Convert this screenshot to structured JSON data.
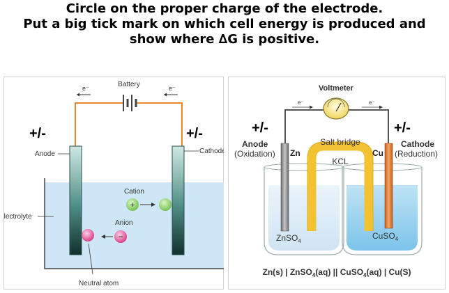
{
  "instructions": {
    "line1": "Circle on the proper charge of the electrode.",
    "line2": "Put a big tick mark on which cell energy is produced and",
    "line3": "show where ∆G is positive."
  },
  "left_cell": {
    "battery": "Battery",
    "electron_left": "e⁻",
    "electron_right": "e⁻",
    "charge_left": "+/-",
    "charge_right": "+/-",
    "anode": "Anode",
    "cathode": "Cathode",
    "electrolyte": "Electrolyte",
    "cation": "Cation",
    "cation_sign": "+",
    "anion": "Anion",
    "anion_sign": "−",
    "neutral_atom": "Neutral atom"
  },
  "right_cell": {
    "voltmeter": "Voltmeter",
    "electron_left": "e⁻",
    "electron_right": "e⁻",
    "charge_left": "+/-",
    "charge_right": "+/-",
    "anode": "Anode",
    "anode_sub": "(Oxidation)",
    "cathode": "Cathode",
    "cathode_sub": "(Reduction)",
    "zn": "Zn",
    "cu": "Cu",
    "salt_bridge": "Salt bridge",
    "kcl": "KCL",
    "znso4": "ZnSO",
    "cuso4": "CuSO",
    "sub4": "4",
    "cell_notation": {
      "a": "Zn(s) | ZnSO",
      "b": "(aq) || CuSO",
      "c": "(aq) | Cu(S)",
      "sub": "4"
    }
  },
  "colors": {
    "wire": "#e8882e",
    "electrode": "#2f6e66",
    "electrolyte": "#cfe6f7",
    "cation": "#8fd36a",
    "anion": "#e0559c",
    "salt_bridge": "#f2c233",
    "copper": "#e37a25",
    "zinc": "#8a8a8a"
  }
}
